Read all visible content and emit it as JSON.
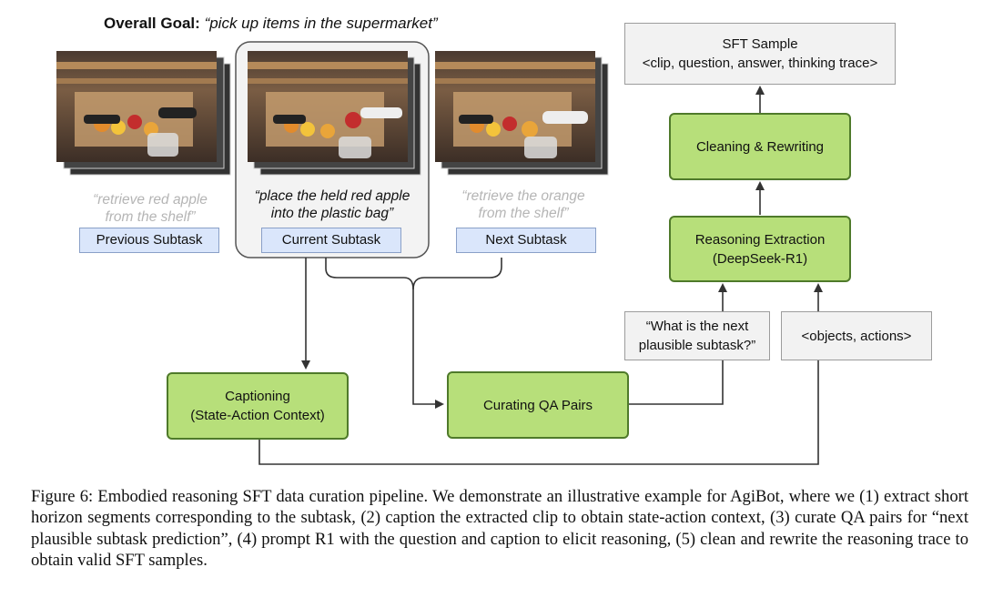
{
  "goal": {
    "label": "Overall Goal:",
    "text": "“pick up items in the supermarket”"
  },
  "subtasks": {
    "previous": {
      "label": "Previous Subtask",
      "quote_line1": "“retrieve red apple",
      "quote_line2": "from the shelf”"
    },
    "current": {
      "label": "Current Subtask",
      "quote_line1": "“place the held red apple",
      "quote_line2": "into the plastic bag”"
    },
    "next": {
      "label": "Next Subtask",
      "quote_line1": "“retrieve the orange",
      "quote_line2": "from the shelf”"
    }
  },
  "nodes": {
    "captioning": {
      "line1": "Captioning",
      "line2": "(State-Action Context)"
    },
    "curating": {
      "line1": "Curating QA Pairs"
    },
    "question": {
      "line1": "“What is the next",
      "line2": "plausible subtask?”"
    },
    "objects": {
      "line1": "<objects, actions>"
    },
    "reasoning": {
      "line1": "Reasoning Extraction",
      "line2": "(DeepSeek-R1)"
    },
    "cleaning": {
      "line1": "Cleaning & Rewriting"
    },
    "sft": {
      "line1": "SFT Sample",
      "line2": "<clip, question, answer, thinking trace>"
    }
  },
  "colors": {
    "green_fill": "#b7df7a",
    "green_border": "#4f7a2a",
    "subtask_fill": "#dae6fb",
    "gray_fill": "#f2f2f2",
    "arrow": "#333333"
  },
  "caption": "Figure 6: Embodied reasoning SFT data curation pipeline. We demonstrate an illustrative example for AgiBot, where we (1) extract short horizon segments corresponding to the subtask, (2) caption the extracted clip to obtain state-action context, (3) curate QA pairs for “next plausible subtask prediction”, (4) prompt R1 with the question and caption to elicit reasoning, (5) clean and rewrite the reasoning trace to obtain valid SFT samples."
}
